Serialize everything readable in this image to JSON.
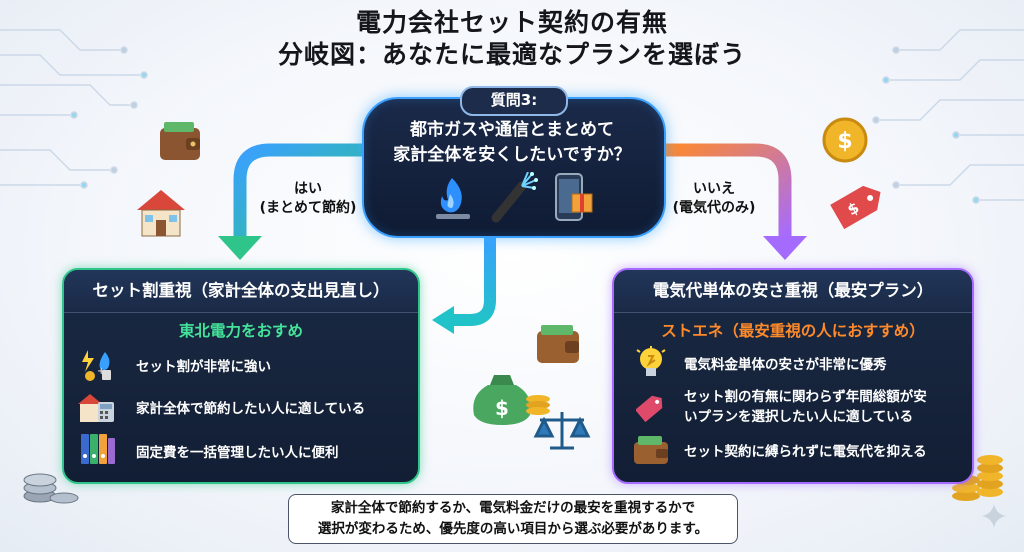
{
  "title": {
    "line1": "電力会社セット契約の有無",
    "line2": "分岐図：あなたに最適なプランを選ぼう"
  },
  "question": {
    "tag": "質問3:",
    "line1": "都市ガスや通信とまとめて",
    "line2": "家計全体を安くしたいですか？"
  },
  "yes_branch": {
    "label": "はい",
    "detail": "(まとめて節約)"
  },
  "no_branch": {
    "label": "いいえ",
    "detail": "(電気代のみ)"
  },
  "left_card": {
    "header": "セット割重視（家計全体の支出見直し）",
    "recommend": "東北電力をおすめ",
    "items": [
      "セット割が非常に強い",
      "家計全体で節約したい人に適している",
      "固定費を一括管理したい人に便利"
    ]
  },
  "right_card": {
    "header": "電気代単体の安さ重視（最安プラン）",
    "recommend": "ストエネ（最安重視の人におすすめ）",
    "items": [
      "電気料金単体の安さが非常に優秀",
      "セット割の有無に関わらず年間総額が安",
      "いプランを選択したい人に適している",
      "セット契約に縛られずに電気代を抑える"
    ]
  },
  "note": {
    "line1": "家計全体で節約するか、電気料金だけの最安を重視するかで",
    "line2": "選択が変わるため、優先度の高い項目から選ぶ必要があります。"
  },
  "colors": {
    "yes": "#2ec48a",
    "no": "#a56bff",
    "question_border": "#3aa0ff",
    "arrow_no_start": "#ff8a2a"
  },
  "icons": [
    "gas-flame-icon",
    "fiber-cable-icon",
    "smartphone-gift-icon",
    "wallet-icon",
    "house-icon",
    "coin-icon",
    "price-tag-icon",
    "money-bag-icon",
    "scale-icon",
    "coin-stack-icon",
    "lightbulb-icon",
    "binders-icon",
    "calculator-house-icon",
    "sparkle-icon"
  ]
}
